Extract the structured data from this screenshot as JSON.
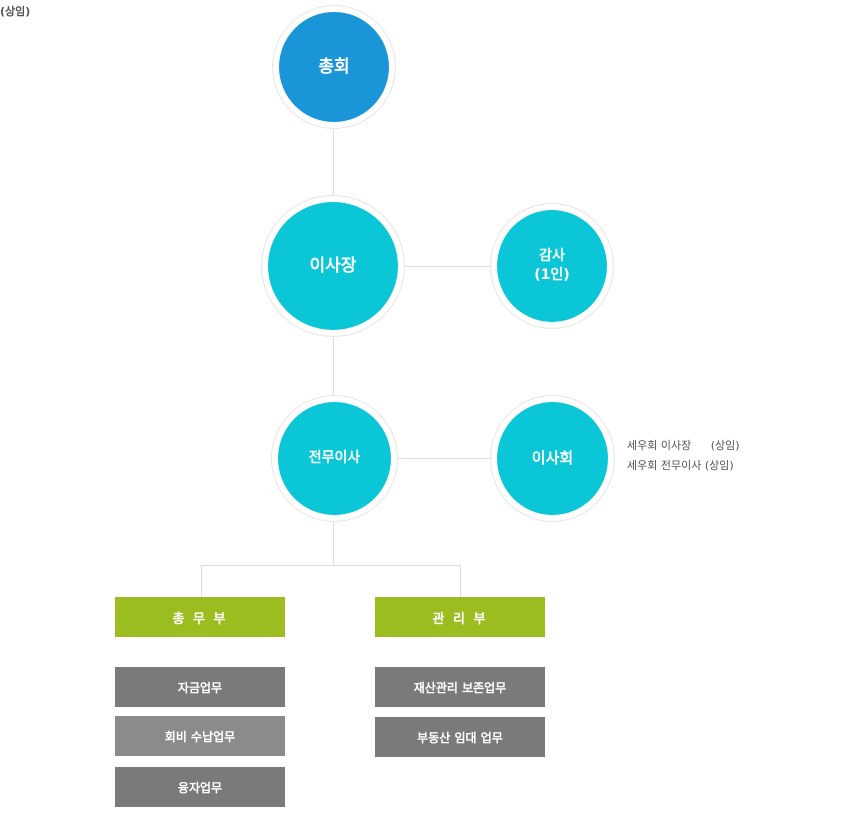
{
  "corner_note": "(상임)",
  "nodes": {
    "general_meeting": "총회",
    "chairman": "이사장",
    "auditor": {
      "line1": "감사",
      "line2": "(1인)"
    },
    "executive_director": "전무이사",
    "board": "이사회"
  },
  "board_members": [
    {
      "role": "세우회 이사장",
      "status": "(상임)"
    },
    {
      "role": "세우회 전무이사",
      "status": "(상임)"
    }
  ],
  "departments": [
    {
      "name": "총 무 부",
      "tasks": [
        "자금업무",
        "회비 수납업무",
        "융자업무"
      ]
    },
    {
      "name": "관 리 부",
      "tasks": [
        "재산관리 보존업무",
        "부동산 임대 업무"
      ]
    }
  ],
  "colors": {
    "top_node": "#1a96d8",
    "node": "#0bc6d6",
    "department": "#9bbd20",
    "task": "#7a7a7a",
    "connector": "#dcdcdc"
  }
}
